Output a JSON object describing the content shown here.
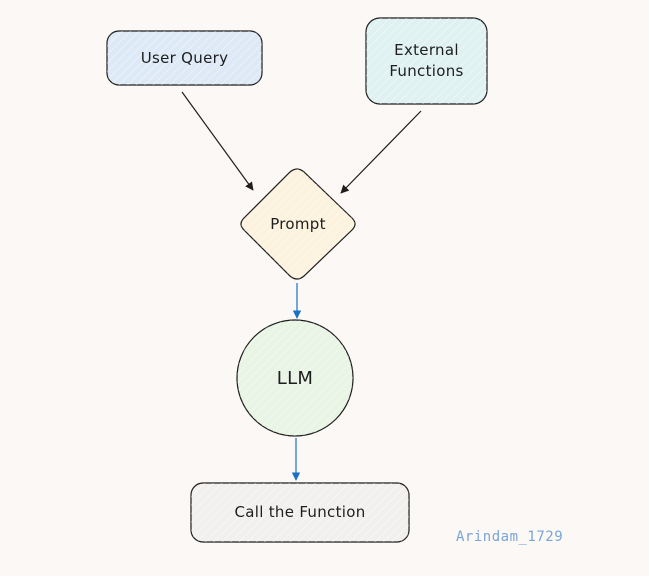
{
  "diagram": {
    "nodes": {
      "user_query": {
        "label": "User Query",
        "fill": "#dde9f6"
      },
      "external_functions": {
        "label_line1": "External",
        "label_line2": "Functions",
        "fill": "#dff1f1"
      },
      "prompt": {
        "label": "Prompt",
        "fill": "#fcf2dd"
      },
      "llm": {
        "label": "LLM",
        "fill": "#e8f4e4"
      },
      "call_function": {
        "label": "Call the Function",
        "fill": "#f2f0ee"
      }
    },
    "edges": [
      {
        "from": "User Query",
        "to": "Prompt",
        "color": "#1e1e1e"
      },
      {
        "from": "External Functions",
        "to": "Prompt",
        "color": "#1e1e1e"
      },
      {
        "from": "Prompt",
        "to": "LLM",
        "color": "#1971c2"
      },
      {
        "from": "LLM",
        "to": "Call the Function",
        "color": "#1971c2"
      }
    ],
    "watermark": "Arindam_1729"
  }
}
